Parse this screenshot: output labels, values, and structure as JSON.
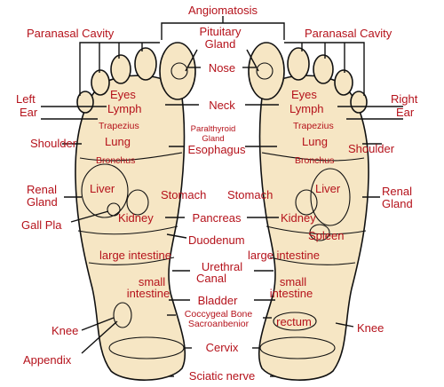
{
  "colors": {
    "label": "#b5121b",
    "foot_fill": "#f6e6c4",
    "line": "#111111"
  },
  "labels": {
    "angiomatosis": "Angiomatosis",
    "paranasal_cavity": "Paranasal Cavity",
    "pituitary": "Pituitary",
    "gland": "Gland",
    "nose": "Nose",
    "left": "Left",
    "ear": "Ear",
    "right": "Right",
    "eyes": "Eyes",
    "lymph": "Lymph",
    "neck": "Neck",
    "trapezius": "Trapezius",
    "paralthyroid": "Paralthyroid",
    "shoulder": "Shoulder",
    "lung": "Lung",
    "esophagus": "Esophagus",
    "bronchus": "Bronchus",
    "renal": "Renal",
    "liver": "Liver",
    "stomach": "Stomach",
    "gall_pla": "Gall Pla",
    "kidney": "Kidney",
    "pancreas": "Pancreas",
    "spleen": "Spleen",
    "duodenum": "Duodenum",
    "large_intestine": "large intestine",
    "urethral": "Urethral",
    "canal": "Canal",
    "small": "small",
    "intestine": "intestine",
    "bladder": "Bladder",
    "coccygeal_bone": "Coccygeal Bone",
    "sacroanbenior": "Sacroanbenior",
    "rectum": "rectum",
    "knee": "Knee",
    "cervix": "Cervix",
    "appendix": "Appendix",
    "sciatic_nerve": "Sciatic nerve"
  }
}
